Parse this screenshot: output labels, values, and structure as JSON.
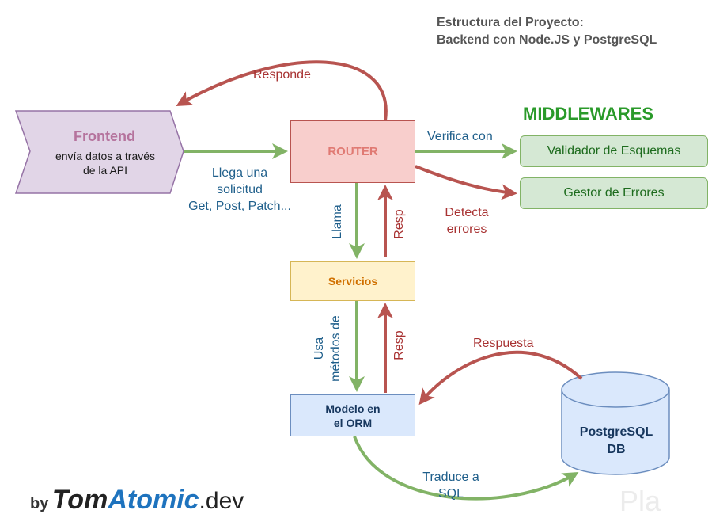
{
  "title": {
    "line1": "Estructura del Proyecto:",
    "line2": "Backend con Node.JS y PostgreSQL"
  },
  "frontend": {
    "title": "Frontend",
    "line1": "envía datos a través",
    "line2": "de la API"
  },
  "nodes": {
    "router": "ROUTER",
    "servicios": "Servicios",
    "modelo_line1": "Modelo en",
    "modelo_line2": "el ORM",
    "db_line1": "PostgreSQL",
    "db_line2": "DB"
  },
  "middlewares": {
    "heading": "MIDDLEWARES",
    "validator": "Validador de Esquemas",
    "errors": "Gestor de Errores"
  },
  "labels": {
    "responde": "Responde",
    "llega_line1": "Llega una",
    "llega_line2": "solicitud",
    "llega_line3": "Get, Post, Patch...",
    "verifica": "Verifica con",
    "detecta_line1": "Detecta",
    "detecta_line2": "errores",
    "llama": "Llama",
    "resp_top": "Resp",
    "usa_line1": "Usa",
    "usa_line2": "métodos de",
    "resp_bottom": "Resp",
    "respuesta": "Respuesta",
    "traduce_line1": "Traduce a",
    "traduce_line2": "SQL"
  },
  "brand": {
    "by": "by",
    "tom": "Tom",
    "atomic": "Atomic",
    "dev": ".dev"
  },
  "watermark": "Pla",
  "colors": {
    "green_arrow": "#82b366",
    "red_arrow": "#b85450",
    "router_fill": "#f8cecc",
    "servicios_fill": "#fff2cc",
    "modelo_fill": "#dae8fc",
    "middleware_fill": "#d5e8d4",
    "frontend_fill": "#e1d5e7",
    "db_fill": "#dae8fc"
  }
}
